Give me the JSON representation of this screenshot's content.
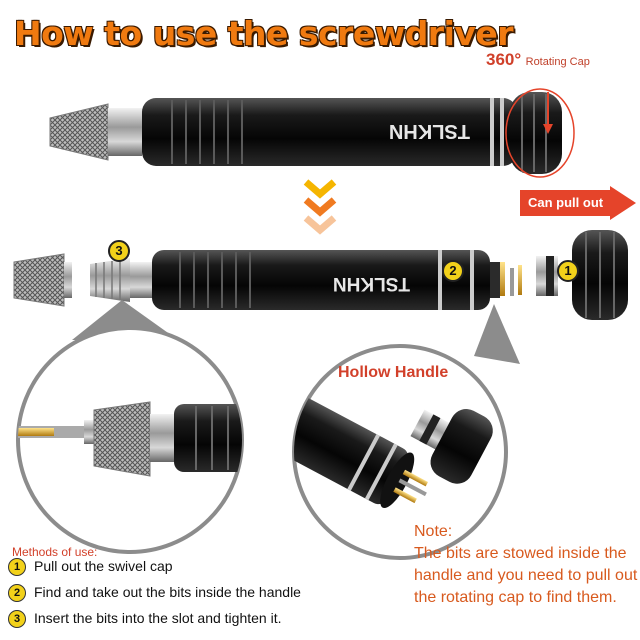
{
  "title": "How to use the screwdriver",
  "rotating_cap": {
    "degrees": "360°",
    "label": "Rotating Cap"
  },
  "pull_out_label": "Can pull out",
  "brand": "TSLKHN",
  "hollow_handle_label": "Hollow Handle",
  "badges": [
    "1",
    "2",
    "3"
  ],
  "methods": {
    "title": "Methods of use:",
    "steps": [
      {
        "num": "1",
        "text": "Pull out the swivel cap"
      },
      {
        "num": "2",
        "text": "Find and take out the bits inside the handle"
      },
      {
        "num": "3",
        "text": "Insert the bits into the slot and tighten it."
      }
    ]
  },
  "note": {
    "heading": "Note:",
    "text": "The bits are stowed inside the handle and you need to pull out the rotating cap to find them."
  },
  "colors": {
    "title_orange": "#f07a10",
    "accent_red": "#e5442a",
    "badge_yellow": "#f2d11a",
    "note_orange": "#d85a1e"
  }
}
